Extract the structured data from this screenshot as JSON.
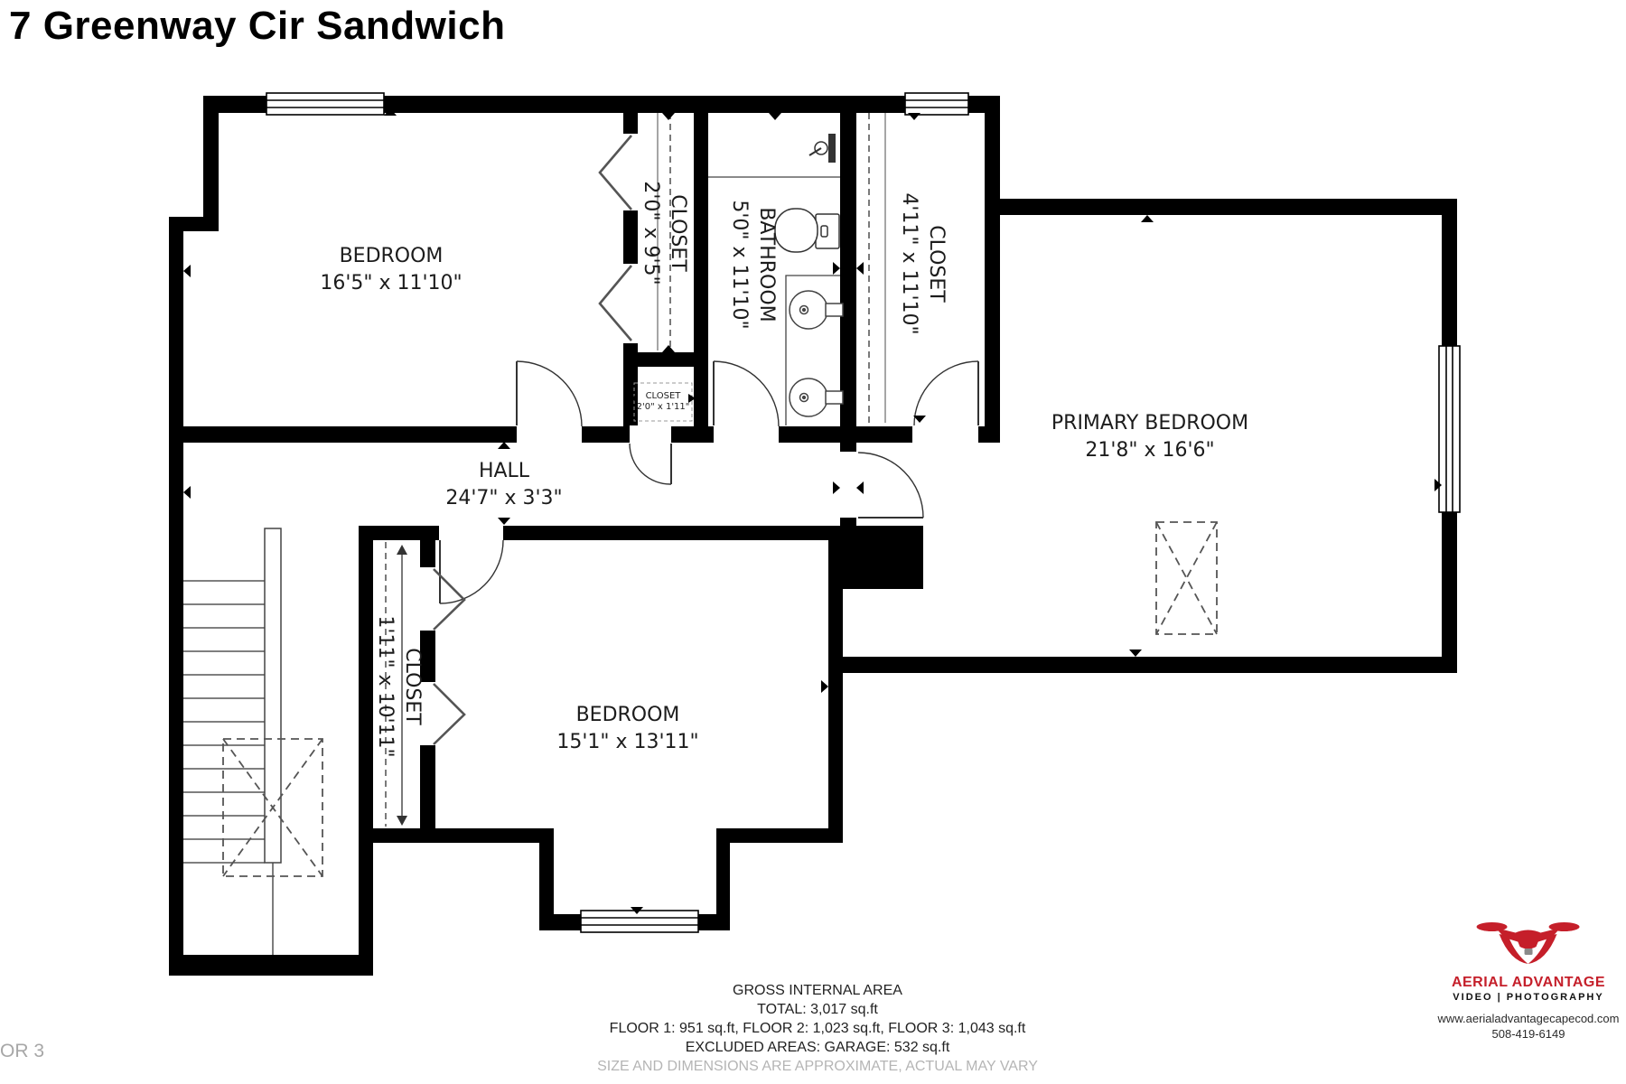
{
  "title": "7 Greenway Cir Sandwich",
  "floor_label": "OR 3",
  "rooms": {
    "bedroom1": {
      "name": "BEDROOM",
      "dims": "16'5\" x 11'10\""
    },
    "closet1": {
      "name": "CLOSET",
      "dims": "2'0\" x 9'5\""
    },
    "closet_small": {
      "name": "CLOSET",
      "dims": "2'0\" x 1'11\""
    },
    "bathroom": {
      "name": "BATHROOM",
      "dims": "5'0\" x 11'10\""
    },
    "closet2": {
      "name": "CLOSET",
      "dims": "4'11\" x 11'10\""
    },
    "primary_bedroom": {
      "name": "PRIMARY BEDROOM",
      "dims": "21'8\" x 16'6\""
    },
    "hall": {
      "name": "HALL",
      "dims": "24'7\" x 3'3\""
    },
    "closet3": {
      "name": "CLOSET",
      "dims": "1'11\" x 10'11\""
    },
    "bedroom3": {
      "name": "BEDROOM",
      "dims": "15'1\" x 13'11\""
    }
  },
  "footer": {
    "line1": "GROSS INTERNAL AREA",
    "line2": "TOTAL: 3,017 sq.ft",
    "line3": "FLOOR 1: 951 sq.ft, FLOOR 2: 1,023 sq.ft, FLOOR 3: 1,043 sq.ft",
    "line4": "EXCLUDED AREAS: GARAGE: 532 sq.ft",
    "disclaimer": "SIZE AND DIMENSIONS ARE APPROXIMATE, ACTUAL MAY VARY"
  },
  "logo": {
    "brand": "AERIAL ADVANTAGE",
    "tagline": "VIDEO | PHOTOGRAPHY",
    "website": "www.aerialadvantagecapecod.com",
    "phone": "508-419-6149",
    "brand_color": "#c51f2a"
  }
}
